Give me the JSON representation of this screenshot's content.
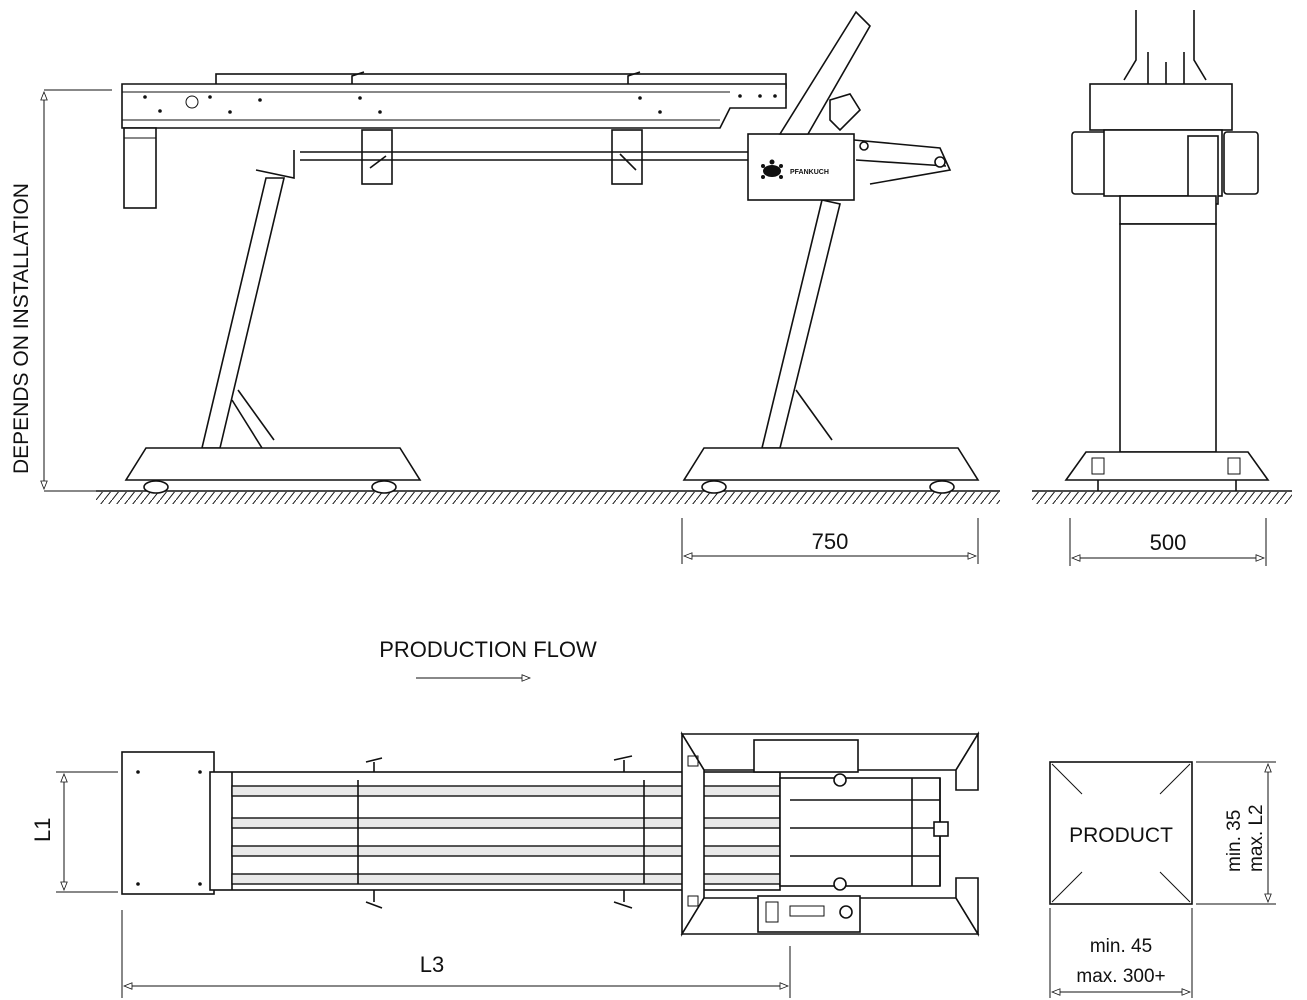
{
  "labels": {
    "height_note": "DEPENDS ON INSTALLATION",
    "base_depth": "750",
    "base_width": "500",
    "production_flow": "PRODUCTION FLOW",
    "l1": "L1",
    "l3": "L3",
    "product": "PRODUCT",
    "product_min_height": "min. 35",
    "product_max_height": "max. L2",
    "product_min_width": "min. 45",
    "product_max_width": "max. 300+",
    "brand": "PFANKUCH"
  },
  "colors": {
    "line": "#111111",
    "background": "#ffffff"
  }
}
